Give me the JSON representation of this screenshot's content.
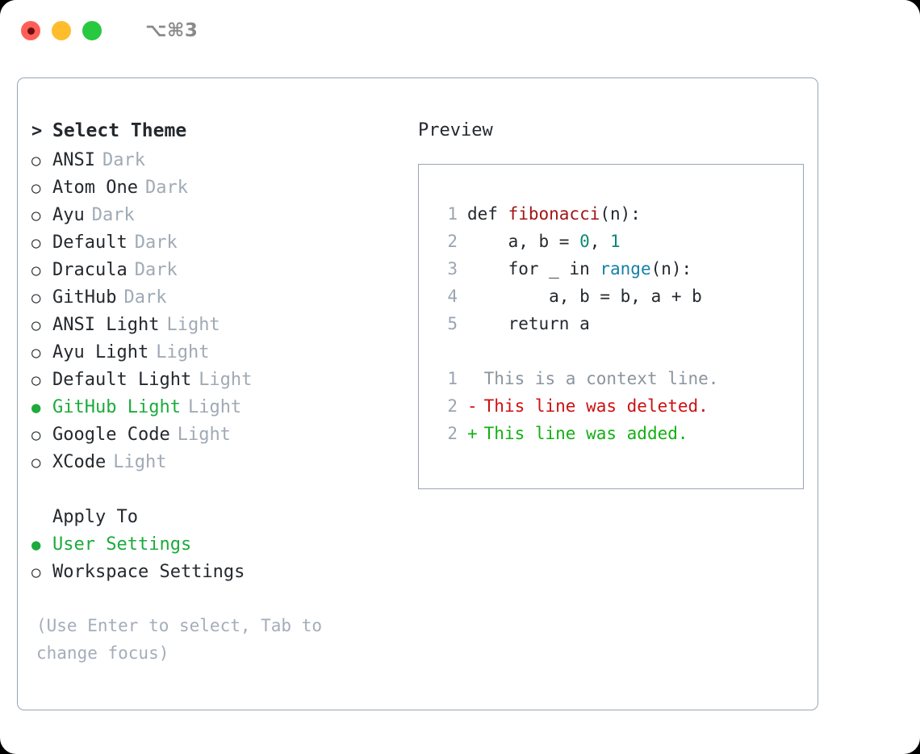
{
  "titlebar": {
    "shortcut": "⌥⌘3",
    "lights": [
      {
        "name": "close",
        "color": "#ff5f57",
        "active": true
      },
      {
        "name": "minimize",
        "color": "#ffbd2e",
        "active": false
      },
      {
        "name": "maximize",
        "color": "#28c840",
        "active": false
      }
    ]
  },
  "colors": {
    "accent_green": "#1cab3c",
    "muted": "#a0aab5",
    "border": "#9aa5b1",
    "text": "#24292e",
    "diff_add": "#13b013",
    "diff_del": "#cc1111",
    "syntax_function": "#a31515",
    "syntax_number": "#0b8a72",
    "syntax_call": "#1580ab"
  },
  "theme_list": {
    "header": {
      "marker": ">",
      "label": "Select Theme"
    },
    "items": [
      {
        "marker": "○",
        "name": "ANSI",
        "variant": "Dark",
        "selected": false
      },
      {
        "marker": "○",
        "name": "Atom One",
        "variant": "Dark",
        "selected": false
      },
      {
        "marker": "○",
        "name": "Ayu",
        "variant": "Dark",
        "selected": false
      },
      {
        "marker": "○",
        "name": "Default",
        "variant": "Dark",
        "selected": false
      },
      {
        "marker": "○",
        "name": "Dracula",
        "variant": "Dark",
        "selected": false
      },
      {
        "marker": "○",
        "name": "GitHub",
        "variant": "Dark",
        "selected": false
      },
      {
        "marker": "○",
        "name": "ANSI Light",
        "variant": "Light",
        "selected": false
      },
      {
        "marker": "○",
        "name": "Ayu Light",
        "variant": "Light",
        "selected": false
      },
      {
        "marker": "○",
        "name": "Default Light",
        "variant": "Light",
        "selected": false
      },
      {
        "marker": "●",
        "name": "GitHub Light",
        "variant": "Light",
        "selected": true
      },
      {
        "marker": "○",
        "name": "Google Code",
        "variant": "Light",
        "selected": false
      },
      {
        "marker": "○",
        "name": "XCode",
        "variant": "Light",
        "selected": false
      }
    ]
  },
  "apply_to": {
    "label": "Apply To",
    "items": [
      {
        "marker": "●",
        "name": "User Settings",
        "selected": true
      },
      {
        "marker": "○",
        "name": "Workspace Settings",
        "selected": false
      }
    ]
  },
  "hint": "(Use Enter to select, Tab to change focus)",
  "preview": {
    "title": "Preview",
    "code_lines": [
      {
        "lineno": "1",
        "tokens": [
          {
            "text": "def ",
            "type": "plain"
          },
          {
            "text": "fibonacci",
            "type": "function"
          },
          {
            "text": "(n):",
            "type": "plain"
          }
        ]
      },
      {
        "lineno": "2",
        "tokens": [
          {
            "text": "    a, b = ",
            "type": "plain"
          },
          {
            "text": "0",
            "type": "number"
          },
          {
            "text": ", ",
            "type": "plain"
          },
          {
            "text": "1",
            "type": "number"
          }
        ]
      },
      {
        "lineno": "3",
        "tokens": [
          {
            "text": "    for _ in ",
            "type": "plain"
          },
          {
            "text": "range",
            "type": "call"
          },
          {
            "text": "(n):",
            "type": "plain"
          }
        ]
      },
      {
        "lineno": "4",
        "tokens": [
          {
            "text": "        a, b = b, a + b",
            "type": "plain"
          }
        ]
      },
      {
        "lineno": "5",
        "tokens": [
          {
            "text": "    return a",
            "type": "plain"
          }
        ]
      }
    ],
    "diff_lines": [
      {
        "lineno": "1",
        "sign": " ",
        "text": "This is a context line.",
        "type": "context"
      },
      {
        "lineno": "2",
        "sign": "-",
        "text": "This line was deleted.",
        "type": "delete"
      },
      {
        "lineno": "2",
        "sign": "+",
        "text": "This line was added.",
        "type": "add"
      }
    ]
  }
}
